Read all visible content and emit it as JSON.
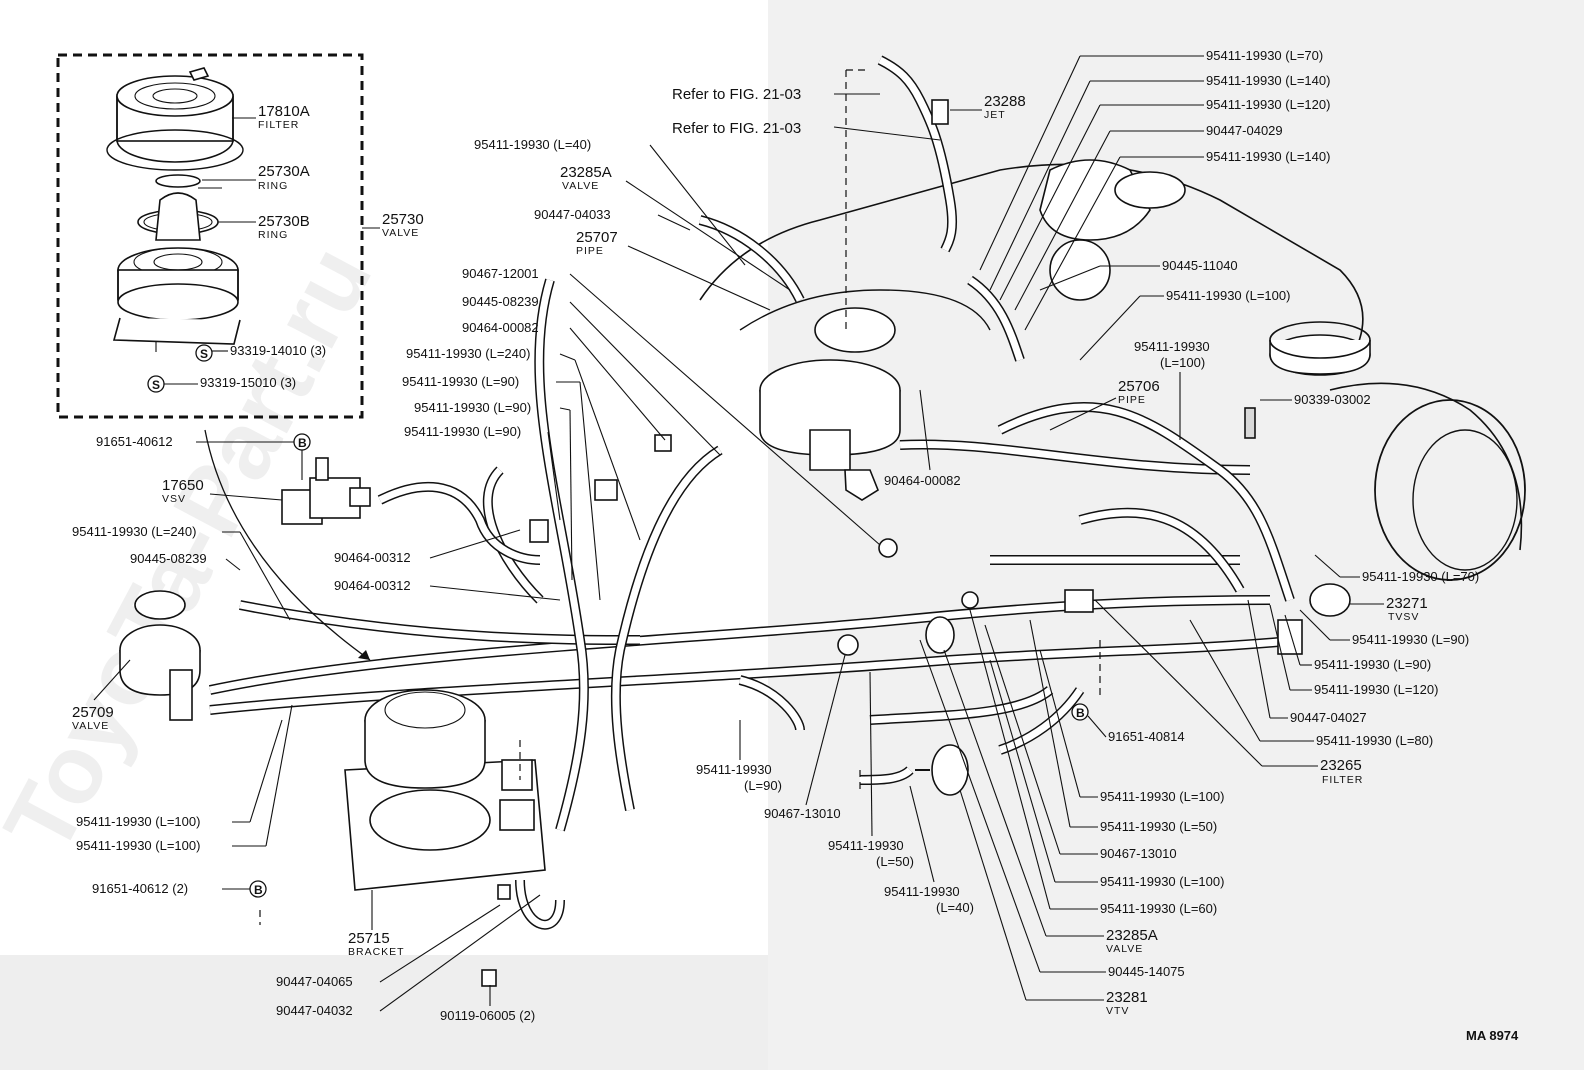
{
  "figure_code": "MA 8974",
  "watermark": "ToyoTa-Part.ru",
  "refs": [
    {
      "id": "ref1",
      "text": "Refer to FIG. 21-03"
    },
    {
      "id": "ref2",
      "text": "Refer to FIG. 21-03"
    }
  ],
  "inset": {
    "filter": {
      "num": "17810A",
      "name": "FILTER"
    },
    "ring_a": {
      "num": "25730A",
      "name": "RING"
    },
    "ring_b": {
      "num": "25730B",
      "name": "RING"
    },
    "valve": {
      "num": "25730",
      "name": "VALVE"
    },
    "screw1": {
      "symbol": "S",
      "num": "93319-14010 (3)"
    },
    "screw2": {
      "symbol": "S",
      "num": "93319-15010 (3)"
    }
  },
  "left_labels": {
    "l_95411_40": "95411-19930 (L=40)",
    "l_23285a_top": {
      "num": "23285A",
      "name": "VALVE"
    },
    "l_90447_04033": "90447-04033",
    "l_25707": {
      "num": "25707",
      "name": "PIPE"
    },
    "l_90467_12001": "90467-12001",
    "l_90445_08239_a": "90445-08239",
    "l_90464_00082_a": "90464-00082",
    "l_95411_240_a": "95411-19930 (L=240)",
    "l_95411_90_a": "95411-19930 (L=90)",
    "l_95411_90_b": "95411-19930 (L=90)",
    "l_95411_90_c": "95411-19930 (L=90)",
    "l_91651_40612": {
      "num": "91651-40612",
      "symbol": "B"
    },
    "l_17650": {
      "num": "17650",
      "name": "VSV"
    },
    "l_95411_240_b": "95411-19930 (L=240)",
    "l_90445_08239_b": "90445-08239",
    "l_90464_00312_a": "90464-00312",
    "l_90464_00312_b": "90464-00312",
    "l_25709": {
      "num": "25709",
      "name": "VALVE"
    },
    "l_95411_100_a": "95411-19930 (L=100)",
    "l_95411_100_b": "95411-19930 (L=100)",
    "l_91651_40612_2": {
      "num": "91651-40612 (2)",
      "symbol": "B"
    },
    "l_25715": {
      "num": "25715",
      "name": "BRACKET"
    },
    "l_90447_04065": "90447-04065",
    "l_90447_04032": "90447-04032",
    "l_90119_06005": "90119-06005 (2)"
  },
  "top_labels": {
    "l_23288": {
      "num": "23288",
      "name": "JET"
    },
    "l_95411_70_a": "95411-19930 (L=70)",
    "l_95411_140_a": "95411-19930 (L=140)",
    "l_95411_120_a": "95411-19930 (L=120)",
    "l_90447_04029": "90447-04029",
    "l_95411_140_b": "95411-19930 (L=140)",
    "l_90445_11040": "90445-11040",
    "l_95411_100_c": "95411-19930 (L=100)",
    "l_95411_100_d_num": "95411-19930",
    "l_95411_100_d_len": "(L=100)",
    "l_25706": {
      "num": "25706",
      "name": "PIPE"
    },
    "l_90339_03002": "90339-03002",
    "l_90464_00082_b": "90464-00082"
  },
  "right_labels": {
    "l_95411_70_b": "95411-19930 (L=70)",
    "l_23271": {
      "num": "23271",
      "name": "TVSV"
    },
    "l_95411_90_d": "95411-19930 (L=90)",
    "l_95411_90_e": "95411-19930 (L=90)",
    "l_95411_120_b": "95411-19930 (L=120)",
    "l_90447_04027": "90447-04027",
    "l_95411_80": "95411-19930 (L=80)",
    "l_23265": {
      "num": "23265",
      "name": "FILTER"
    },
    "l_91651_40814": {
      "num": "91651-40814",
      "symbol": "B"
    },
    "l_95411_100_e": "95411-19930 (L=100)",
    "l_95411_50_a": "95411-19930 (L=50)",
    "l_90467_13010_a": "90467-13010",
    "l_95411_100_f": "95411-19930 (L=100)",
    "l_95411_60": "95411-19930 (L=60)",
    "l_23285a_bot": {
      "num": "23285A",
      "name": "VALVE"
    },
    "l_90445_14075": "90445-14075",
    "l_23281": {
      "num": "23281",
      "name": "VTV"
    }
  },
  "mid_labels": {
    "l_95411_90_f_num": "95411-19930",
    "l_95411_90_f_len": "(L=90)",
    "l_90467_13010_b": "90467-13010",
    "l_95411_50_b_num": "95411-19930",
    "l_95411_50_b_len": "(L=50)",
    "l_95411_40_b_num": "95411-19930",
    "l_95411_40_b_len": "(L=40)"
  }
}
